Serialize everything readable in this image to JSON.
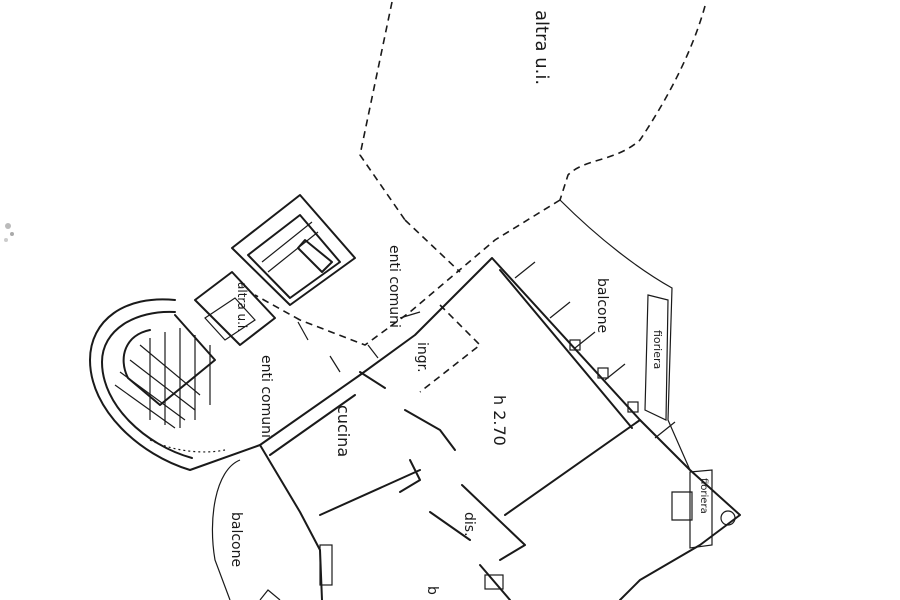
{
  "labels": {
    "altra_ui_top": "altra u.i.",
    "enti_comuni_1": "enti comuni",
    "altra_ui_small": "altra u.i.",
    "ingr": "ingr.",
    "enti_comuni_2": "enti comuni",
    "cucina": "cucina",
    "height": "h 2.70",
    "balcone_right": "balcone",
    "fioriera_right": "fioriera",
    "fioriera_bottom": "fioriera",
    "dis": "dis.",
    "balcone_left": "balcone",
    "b_fragment": "b"
  }
}
